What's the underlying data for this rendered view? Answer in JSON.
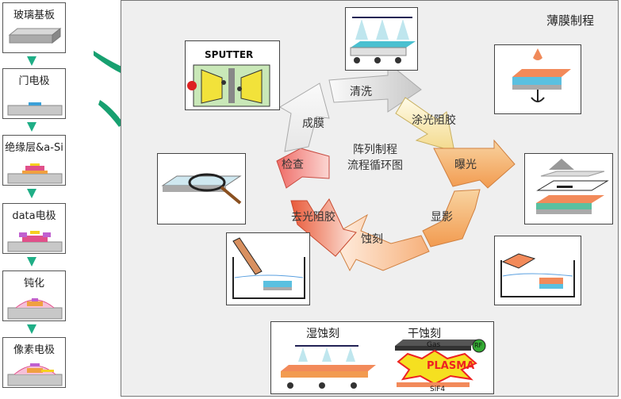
{
  "steps": [
    {
      "label": "玻璃基板"
    },
    {
      "label": "门电极"
    },
    {
      "label": "绝缘层&a-Si"
    },
    {
      "label": "data电极"
    },
    {
      "label": "钝化"
    },
    {
      "label": "像素电极"
    }
  ],
  "main": {
    "title": "薄膜制程",
    "center": {
      "line1": "阵列制程",
      "line2": "流程循环图"
    },
    "cycle": [
      "清洗",
      "涂光阻胶",
      "曝光",
      "显影",
      "蚀刻",
      "去光阻胶",
      "检查",
      "成膜"
    ],
    "sputter_label": "SPUTTER",
    "etch": {
      "wet": "湿蚀刻",
      "dry": "干蚀刻",
      "plasma": "PLASMA",
      "gas": "Gas",
      "rf": "RF",
      "sif": "SiF4"
    }
  }
}
